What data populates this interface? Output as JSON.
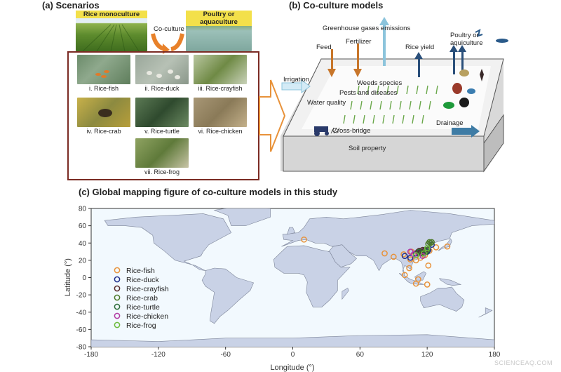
{
  "panel_a": {
    "title": "(a) Scenarios",
    "top_left_label": "Rice monoculture",
    "top_right_label": "Poultry or aquaculture",
    "arrow_label": "Co-culture",
    "scenarios": [
      {
        "label": "i. Rice-fish"
      },
      {
        "label": "ii. Rice-duck"
      },
      {
        "label": "iii. Rice-crayfish"
      },
      {
        "label": "iv. Rice-crab"
      },
      {
        "label": "v. Rice-turtle"
      },
      {
        "label": "vi. Rice-chicken"
      },
      {
        "label": "vii. Rice-frog"
      }
    ]
  },
  "panel_b": {
    "title": "(b) Co-culture models",
    "ghg": "Greenhouse gases emissions",
    "feed": "Feed",
    "fertilizer": "Fertilizer",
    "rice_yield": "Rice yield",
    "poultry": "Poultry or aquiculture",
    "irrigation": "Irrigation",
    "weeds": "Weeds species",
    "pests": "Pests and diseases",
    "water_quality": "Water quality",
    "cross_bridge": "Cross-bridge",
    "drainage": "Drainage",
    "soil": "Soil property"
  },
  "panel_c": {
    "title": "(c) Global mapping figure of co-culture models in this study"
  },
  "chart_data": {
    "type": "scatter",
    "xlabel": "Longitude (°)",
    "ylabel": "Latitude (°)",
    "xlim": [
      -180,
      180
    ],
    "ylim": [
      -80,
      80
    ],
    "xticks": [
      -180,
      -120,
      -60,
      0,
      60,
      120,
      180
    ],
    "yticks": [
      80,
      60,
      40,
      20,
      0,
      -20,
      -40,
      -60,
      -80
    ],
    "legend_position": "left",
    "series": [
      {
        "name": "Rice-fish",
        "color": "#e8923a",
        "points": [
          [
            10,
            44
          ],
          [
            82,
            28
          ],
          [
            90,
            24
          ],
          [
            99,
            27
          ],
          [
            104,
            11
          ],
          [
            106,
            30
          ],
          [
            110,
            20
          ],
          [
            112,
            28
          ],
          [
            114,
            23
          ],
          [
            118,
            26
          ],
          [
            120,
            30
          ],
          [
            122,
            31
          ],
          [
            128,
            35
          ],
          [
            138,
            36
          ],
          [
            100,
            3
          ],
          [
            110,
            -7
          ],
          [
            112,
            -2
          ],
          [
            120,
            -8
          ],
          [
            121,
            14
          ],
          [
            105,
            21
          ]
        ]
      },
      {
        "name": "Rice-duck",
        "color": "#1f2e8a",
        "points": [
          [
            100,
            25
          ],
          [
            105,
            23
          ],
          [
            110,
            28
          ],
          [
            114,
            30
          ],
          [
            118,
            32
          ],
          [
            120,
            30
          ],
          [
            121,
            32
          ],
          [
            124,
            38
          ]
        ]
      },
      {
        "name": "Rice-crayfish",
        "color": "#5a2c2c",
        "points": [
          [
            112,
            30
          ],
          [
            113,
            31
          ],
          [
            115,
            30
          ],
          [
            116,
            32
          ],
          [
            114,
            29
          ],
          [
            118,
            31
          ]
        ]
      },
      {
        "name": "Rice-crab",
        "color": "#4d7a2a",
        "points": [
          [
            122,
            41
          ],
          [
            123,
            40
          ],
          [
            121,
            39
          ],
          [
            124,
            41
          ],
          [
            120,
            32
          ]
        ]
      },
      {
        "name": "Rice-turtle",
        "color": "#2d6e3a",
        "points": [
          [
            113,
            30
          ],
          [
            119,
            30
          ],
          [
            115,
            28
          ]
        ]
      },
      {
        "name": "Rice-chicken",
        "color": "#b23aa3",
        "points": [
          [
            105,
            30
          ],
          [
            108,
            27
          ],
          [
            116,
            25
          ]
        ]
      },
      {
        "name": "Rice-frog",
        "color": "#6dbb3d",
        "points": [
          [
            110,
            26
          ],
          [
            117,
            28
          ],
          [
            120,
            34
          ]
        ]
      }
    ]
  }
}
